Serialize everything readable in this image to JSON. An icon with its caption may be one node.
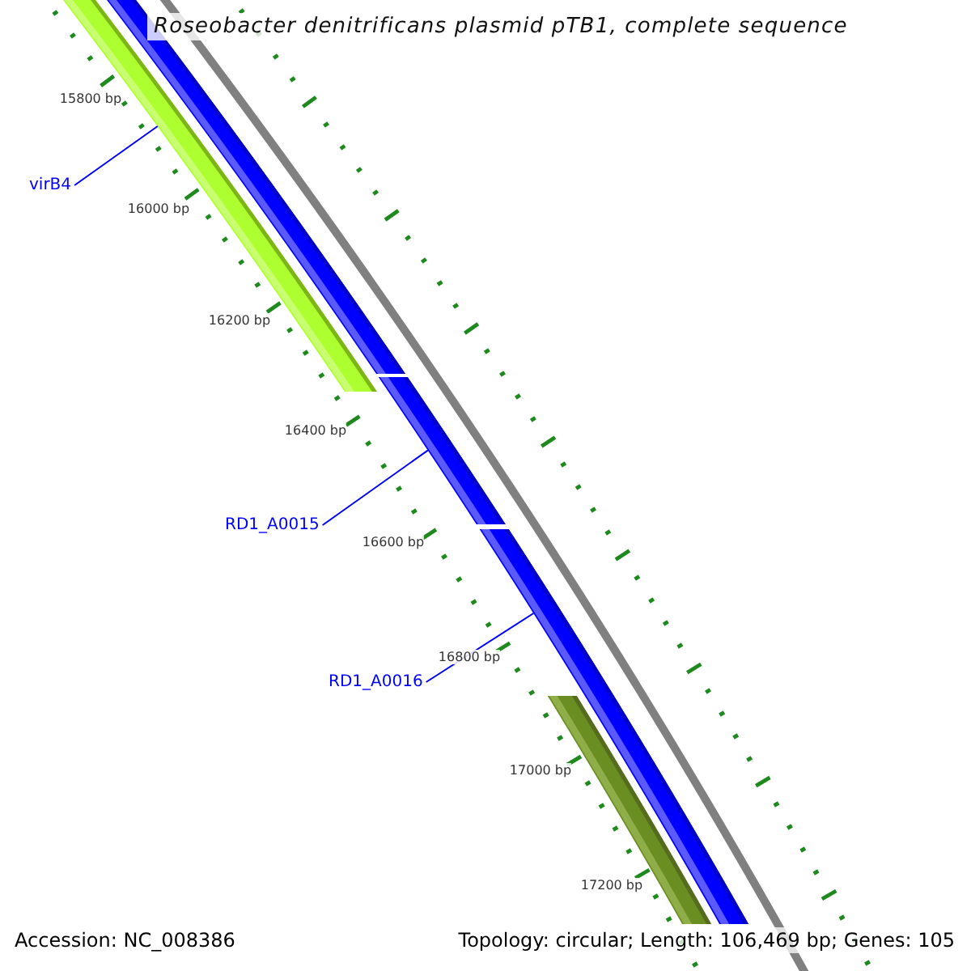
{
  "diagram": {
    "title": "Roseobacter denitrificans plasmid pTB1, complete sequence",
    "nodes": [
      {
        "text": [
          "virB4"
        ]
      },
      {
        "text": [
          "RD1_A0015"
        ]
      },
      {
        "text": [
          "RD1_A0016"
        ]
      },
      {
        "text": [],
        "shape": "bar"
      },
      {
        "text": [],
        "shape": "bar"
      },
      {
        "text": [],
        "shape": "bar"
      },
      {
        "text": [],
        "shape": "bar"
      },
      {
        "text": [],
        "shape": "bar"
      }
    ],
    "edges": [
      {
        "from": 0,
        "to": 3,
        "arrow": "none"
      },
      {
        "from": 1,
        "to": 5,
        "arrow": "none"
      },
      {
        "from": 2,
        "to": 6,
        "arrow": "none"
      }
    ],
    "labels": [
      "15800 bp",
      "16000 bp",
      "16200 bp",
      "16400 bp",
      "16600 bp",
      "16800 bp",
      "17000 bp",
      "17200 bp",
      "Accession: NC_008386",
      "Topology: circular; Length: 106,469 bp; Genes: 105"
    ]
  }
}
